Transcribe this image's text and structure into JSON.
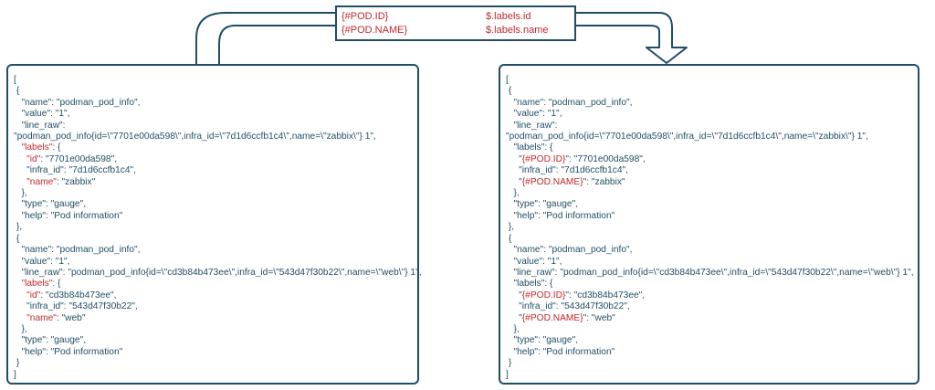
{
  "colors": {
    "text": "#1f4e66",
    "highlight": "#c0282b",
    "border": "#1f4e66"
  },
  "mapping": [
    {
      "macro": "{#POD.ID}",
      "path": "$.labels.id"
    },
    {
      "macro": "{#POD.NAME}",
      "path": "$.labels.name"
    }
  ],
  "left": {
    "lines": [
      [
        {
          "t": "["
        }
      ],
      [
        {
          "t": " {"
        }
      ],
      [
        {
          "t": "   \"name\": \"podman_pod_info\","
        }
      ],
      [
        {
          "t": "   \"value\": \"1\","
        }
      ],
      [
        {
          "t": "   \"line_raw\":"
        }
      ],
      [
        {
          "t": "\"podman_pod_info{id=\\\"7701e00da598\\\",infra_id=\\\"7d1d6ccfb1c4\\\",name=\\\"zabbix\\\"} 1\","
        }
      ],
      [
        {
          "t": "   ",
          "r": false
        },
        {
          "t": "\"labels\"",
          "r": true
        },
        {
          "t": ": {"
        }
      ],
      [
        {
          "t": "     ",
          "r": false
        },
        {
          "t": "\"id\"",
          "r": true
        },
        {
          "t": ": \"7701e00da598\","
        }
      ],
      [
        {
          "t": "     \"infra_id\": \"7d1d6ccfb1c4\","
        }
      ],
      [
        {
          "t": "     ",
          "r": false
        },
        {
          "t": "\"name\"",
          "r": true
        },
        {
          "t": ": \"zabbix\""
        }
      ],
      [
        {
          "t": "   },"
        }
      ],
      [
        {
          "t": "   \"type\": \"gauge\","
        }
      ],
      [
        {
          "t": "   \"help\": \"Pod information\""
        }
      ],
      [
        {
          "t": " },"
        }
      ],
      [
        {
          "t": " {"
        }
      ],
      [
        {
          "t": "   \"name\": \"podman_pod_info\","
        }
      ],
      [
        {
          "t": "   \"value\": \"1\","
        }
      ],
      [
        {
          "t": "   \"line_raw\": \"podman_pod_info{id=\\\"cd3b84b473ee\\\",infra_id=\\\"543d47f30b22\\\",name=\\\"web\\\"} 1\","
        }
      ],
      [
        {
          "t": "   ",
          "r": false
        },
        {
          "t": "\"labels\"",
          "r": true
        },
        {
          "t": ": {"
        }
      ],
      [
        {
          "t": "     ",
          "r": false
        },
        {
          "t": "\"id\"",
          "r": true
        },
        {
          "t": ": \"cd3b84b473ee\","
        }
      ],
      [
        {
          "t": "     \"infra_id\": \"543d47f30b22\","
        }
      ],
      [
        {
          "t": "     ",
          "r": false
        },
        {
          "t": "\"name\"",
          "r": true
        },
        {
          "t": ": \"web\""
        }
      ],
      [
        {
          "t": "   },"
        }
      ],
      [
        {
          "t": "   \"type\": \"gauge\","
        }
      ],
      [
        {
          "t": "   \"help\": \"Pod information\""
        }
      ],
      [
        {
          "t": " }"
        }
      ],
      [
        {
          "t": "]"
        }
      ]
    ]
  },
  "right": {
    "lines": [
      [
        {
          "t": "["
        }
      ],
      [
        {
          "t": " {"
        }
      ],
      [
        {
          "t": "   \"name\": \"podman_pod_info\","
        }
      ],
      [
        {
          "t": "   \"value\": \"1\","
        }
      ],
      [
        {
          "t": "   \"line_raw\":"
        }
      ],
      [
        {
          "t": "\"podman_pod_info{id=\\\"7701e00da598\\\",infra_id=\\\"7d1d6ccfb1c4\\\",name=\\\"zabbix\\\"} 1\","
        }
      ],
      [
        {
          "t": "   \"labels\": {"
        }
      ],
      [
        {
          "t": "     \""
        },
        {
          "t": "{#POD.ID}",
          "r": true
        },
        {
          "t": "\": \"7701e00da598\","
        }
      ],
      [
        {
          "t": "     \"infra_id\": \"7d1d6ccfb1c4\","
        }
      ],
      [
        {
          "t": "     \""
        },
        {
          "t": "{#POD.NAME}",
          "r": true
        },
        {
          "t": "\": \"zabbix\""
        }
      ],
      [
        {
          "t": "   },"
        }
      ],
      [
        {
          "t": "   \"type\": \"gauge\","
        }
      ],
      [
        {
          "t": "   \"help\": \"Pod information\""
        }
      ],
      [
        {
          "t": " },"
        }
      ],
      [
        {
          "t": " {"
        }
      ],
      [
        {
          "t": "   \"name\": \"podman_pod_info\","
        }
      ],
      [
        {
          "t": "   \"value\": \"1\","
        }
      ],
      [
        {
          "t": "   \"line_raw\": \"podman_pod_info{id=\\\"cd3b84b473ee\\\",infra_id=\\\"543d47f30b22\\\",name=\\\"web\\\"} 1\","
        }
      ],
      [
        {
          "t": "   \"labels\": {"
        }
      ],
      [
        {
          "t": "     \""
        },
        {
          "t": "{#POD.ID}",
          "r": true
        },
        {
          "t": "\": \"cd3b84b473ee\","
        }
      ],
      [
        {
          "t": "     \"infra_id\": \"543d47f30b22\","
        }
      ],
      [
        {
          "t": "     \""
        },
        {
          "t": "{#POD.NAME}",
          "r": true
        },
        {
          "t": "\": \"web\""
        }
      ],
      [
        {
          "t": "   },"
        }
      ],
      [
        {
          "t": "   \"type\": \"gauge\","
        }
      ],
      [
        {
          "t": "   \"help\": \"Pod information\""
        }
      ],
      [
        {
          "t": " }"
        }
      ],
      [
        {
          "t": "]"
        }
      ]
    ]
  }
}
